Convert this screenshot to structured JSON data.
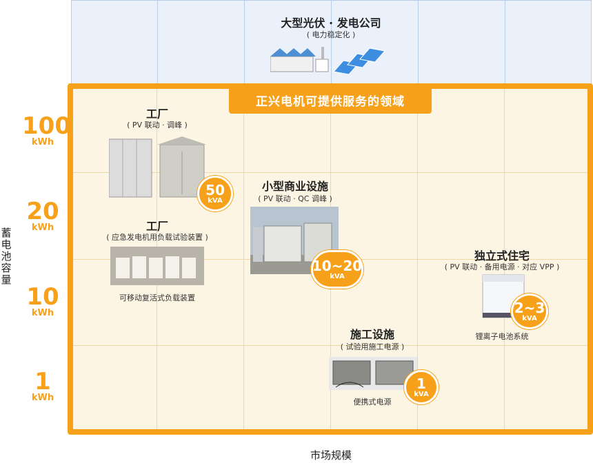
{
  "top_section": {
    "title": "大型光伏 · 发电公司",
    "subtitle": "( 电力稳定化 )"
  },
  "banner": {
    "label": "正兴电机可提供服务的领域"
  },
  "y_axis": {
    "title": "蓄电池容量",
    "levels": [
      {
        "num": "100",
        "unit": "kWh"
      },
      {
        "num": "20",
        "unit": "kWh"
      },
      {
        "num": "10",
        "unit": "kWh"
      },
      {
        "num": "1",
        "unit": "kWh"
      }
    ]
  },
  "x_axis": {
    "title": "市场规模"
  },
  "items": {
    "factory_pv": {
      "title": "工厂",
      "subtitle": "( PV 联动 · 调峰 )",
      "badge_value": "50",
      "badge_unit": "kVA"
    },
    "factory_emergency": {
      "title": "工厂",
      "subtitle": "( 应急发电机用负载试验装置 )",
      "caption": "可移动复活式负载装置"
    },
    "small_commercial": {
      "title": "小型商业设施",
      "subtitle": "( PV 联动 · QC 调峰 )",
      "badge_value": "10~20",
      "badge_unit": "kVA"
    },
    "residence": {
      "title": "独立式住宅",
      "subtitle": "( PV 联动 · 备用电源 · 对应 VPP )",
      "caption": "锂离子电池系统",
      "badge_value": "2~3",
      "badge_unit": "kVA"
    },
    "construction": {
      "title": "施工设施",
      "subtitle": "( 试验用施工电源 )",
      "caption": "便携式电源",
      "badge_value": "1",
      "badge_unit": "kVA"
    }
  },
  "colors": {
    "accent": "#f7a11a",
    "panel": "#fdf5e4",
    "top_panel": "#eaf1fa"
  }
}
